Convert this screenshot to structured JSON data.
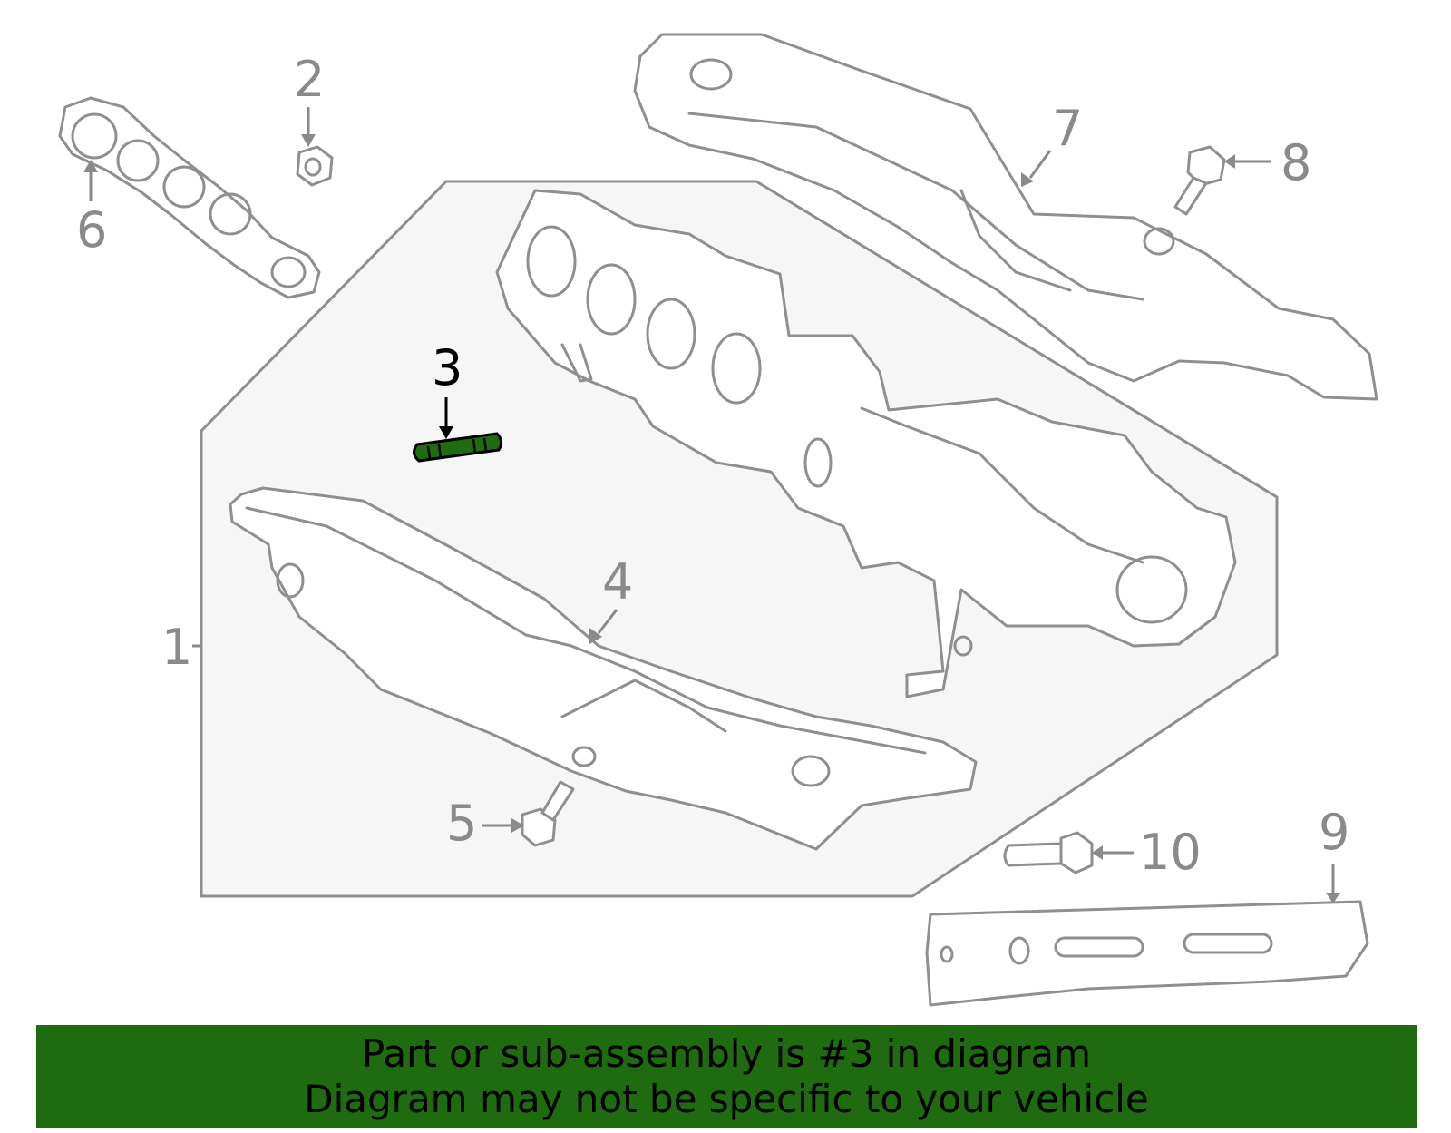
{
  "callouts": {
    "c1": "1",
    "c2": "2",
    "c3": "3",
    "c4": "4",
    "c5": "5",
    "c6": "6",
    "c7": "7",
    "c8": "8",
    "c9": "9",
    "c10": "10"
  },
  "highlighted_part": "3",
  "colors": {
    "highlight": "#1f6b10",
    "banner_background": "#1f6b10",
    "line": "#8f8f8f",
    "panel_background": "#f6f6f6"
  },
  "banner": {
    "line1": "Part or sub-assembly is #3 in diagram",
    "line2": "Diagram may not be specific to your vehicle"
  }
}
